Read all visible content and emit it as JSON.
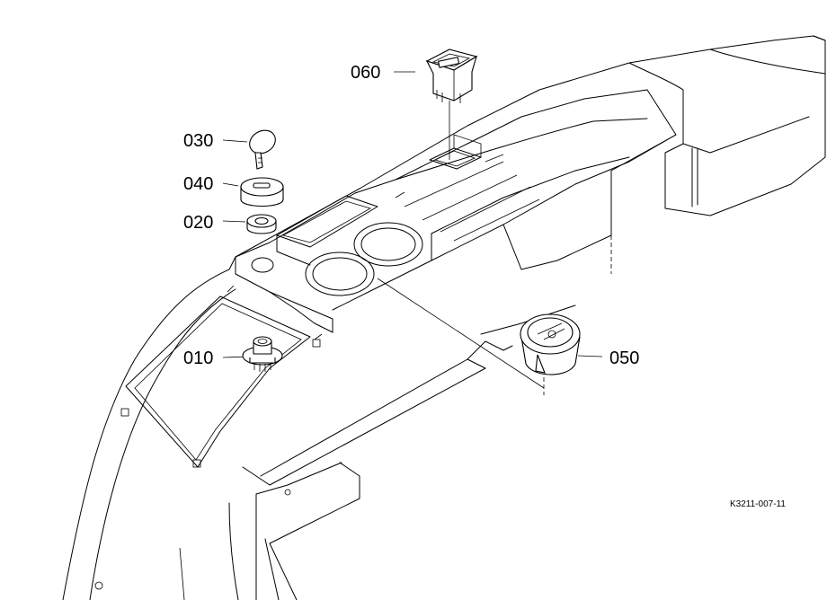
{
  "diagram": {
    "reference_code": "K3211-007-11",
    "callouts": [
      {
        "id": "c010",
        "label": "010"
      },
      {
        "id": "c020",
        "label": "020"
      },
      {
        "id": "c030",
        "label": "030"
      },
      {
        "id": "c040",
        "label": "040"
      },
      {
        "id": "c050",
        "label": "050"
      },
      {
        "id": "c060",
        "label": "060"
      }
    ],
    "parts": [
      {
        "callout": "010",
        "icon": "key-switch-icon"
      },
      {
        "callout": "020",
        "icon": "nut-icon"
      },
      {
        "callout": "030",
        "icon": "key-icon"
      },
      {
        "callout": "040",
        "icon": "cap-icon"
      },
      {
        "callout": "050",
        "icon": "hour-meter-icon"
      },
      {
        "callout": "060",
        "icon": "rocker-switch-icon"
      }
    ]
  }
}
